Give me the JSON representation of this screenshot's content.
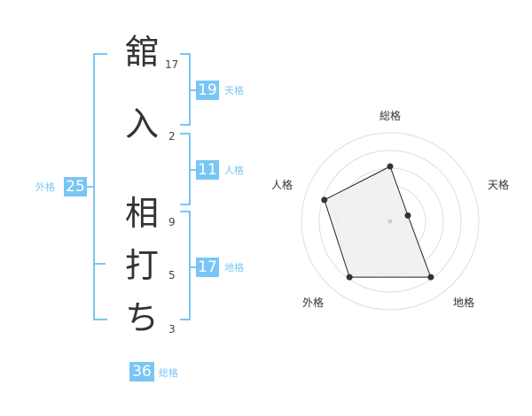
{
  "characters": [
    {
      "char": "舘",
      "strokes": "17"
    },
    {
      "char": "入",
      "strokes": "2"
    },
    {
      "char": "相",
      "strokes": "9"
    },
    {
      "char": "打",
      "strokes": "5"
    },
    {
      "char": "ち",
      "strokes": "3"
    }
  ],
  "kaku": {
    "tenkaku": {
      "value": "19",
      "label": "天格"
    },
    "jinkaku": {
      "value": "11",
      "label": "人格"
    },
    "chikaku": {
      "value": "17",
      "label": "地格"
    },
    "gaikaku": {
      "value": "25",
      "label": "外格"
    },
    "soukaku": {
      "value": "36",
      "label": "総格"
    }
  },
  "radar": {
    "axes": [
      "総格",
      "天格",
      "地格",
      "外格",
      "人格"
    ],
    "values": [
      0.62,
      0.21,
      0.78,
      0.78,
      0.78
    ],
    "max_rings": 5
  },
  "colors": {
    "accent": "#79c6f5",
    "text": "#333333"
  }
}
